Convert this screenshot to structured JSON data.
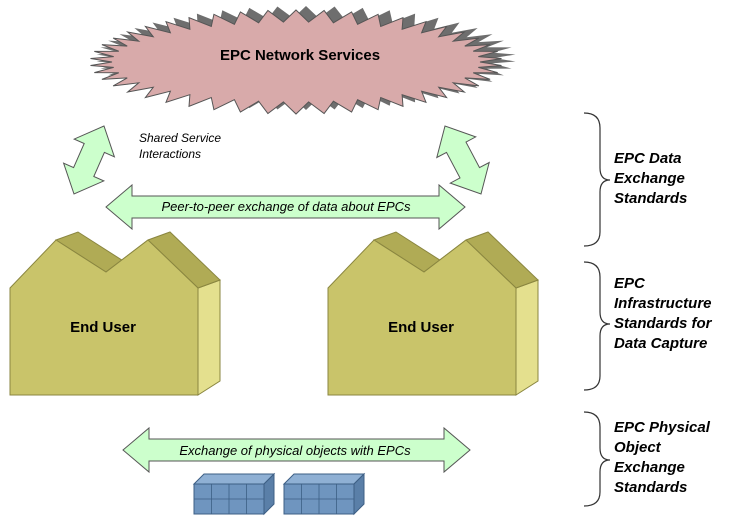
{
  "cloud": {
    "label": "EPC Network Services"
  },
  "shared_label": [
    "Shared Service",
    "Interactions"
  ],
  "p2p_label": "Peer-to-peer exchange of data about EPCs",
  "factories": [
    {
      "label": "End User"
    },
    {
      "label": "End User"
    }
  ],
  "physical_label": "Exchange of physical objects with EPCs",
  "layers": [
    {
      "lines": [
        "EPC Data",
        "Exchange",
        "Standards"
      ]
    },
    {
      "lines": [
        "EPC",
        "Infrastructure",
        "Standards for",
        "Data Capture"
      ]
    },
    {
      "lines": [
        "EPC Physical",
        "Object",
        "Exchange",
        "Standards"
      ]
    }
  ],
  "colors": {
    "cloud_fill": "#d8aaaa",
    "cloud_shadow": "#6e6e6e",
    "arrow_fill": "#ccffcc",
    "factory_front": "#c9c46a",
    "factory_side": "#e4e08e",
    "factory_roof": "#b0ab55",
    "pallet": "#6f95bf"
  }
}
